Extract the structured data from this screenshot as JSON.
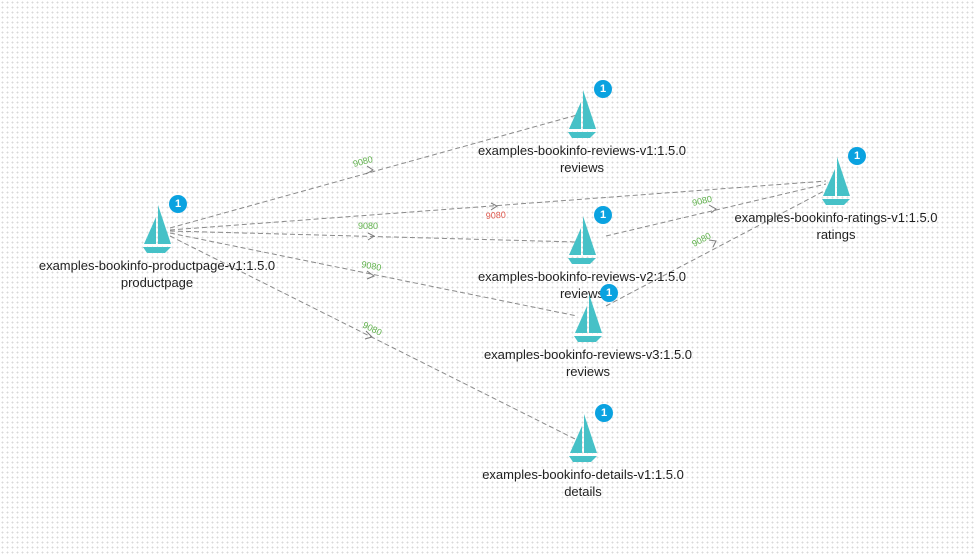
{
  "colors": {
    "sail": "#46c1c7",
    "badge": "#0aa2e0",
    "edge": "#8a8a8a",
    "label_ok": "#5fb14b",
    "label_error": "#e05a4f"
  },
  "nodes": [
    {
      "id": "productpage",
      "name": "examples-bookinfo-productpage-v1:1.5.0",
      "service": "productpage",
      "badge": "1",
      "icon": "istio-sail-icon"
    },
    {
      "id": "reviews_v1",
      "name": "examples-bookinfo-reviews-v1:1.5.0",
      "service": "reviews",
      "badge": "1",
      "icon": "istio-sail-icon"
    },
    {
      "id": "ratings",
      "name": "examples-bookinfo-ratings-v1:1.5.0",
      "service": "ratings",
      "badge": "1",
      "icon": "istio-sail-icon"
    },
    {
      "id": "reviews_v2",
      "name": "examples-bookinfo-reviews-v2:1.5.0",
      "service": "reviews",
      "badge": "1",
      "icon": "istio-sail-icon"
    },
    {
      "id": "reviews_v3",
      "name": "examples-bookinfo-reviews-v3:1.5.0",
      "service": "reviews",
      "badge": "1",
      "icon": "istio-sail-icon"
    },
    {
      "id": "details",
      "name": "examples-bookinfo-details-v1:1.5.0",
      "service": "details",
      "badge": "1",
      "icon": "istio-sail-icon"
    }
  ],
  "edges": [
    {
      "from": "productpage",
      "to": "reviews_v1",
      "label": "9080",
      "status": "ok"
    },
    {
      "from": "productpage",
      "to": "ratings",
      "label": "9080",
      "status": "error"
    },
    {
      "from": "productpage",
      "to": "reviews_v2",
      "label": "9080",
      "status": "ok"
    },
    {
      "from": "productpage",
      "to": "reviews_v3",
      "label": "9080",
      "status": "ok"
    },
    {
      "from": "productpage",
      "to": "details",
      "label": "9080",
      "status": "ok"
    },
    {
      "from": "reviews_v2",
      "to": "ratings",
      "label": "9080",
      "status": "ok"
    },
    {
      "from": "reviews_v3",
      "to": "ratings",
      "label": "9080",
      "status": "ok"
    }
  ]
}
